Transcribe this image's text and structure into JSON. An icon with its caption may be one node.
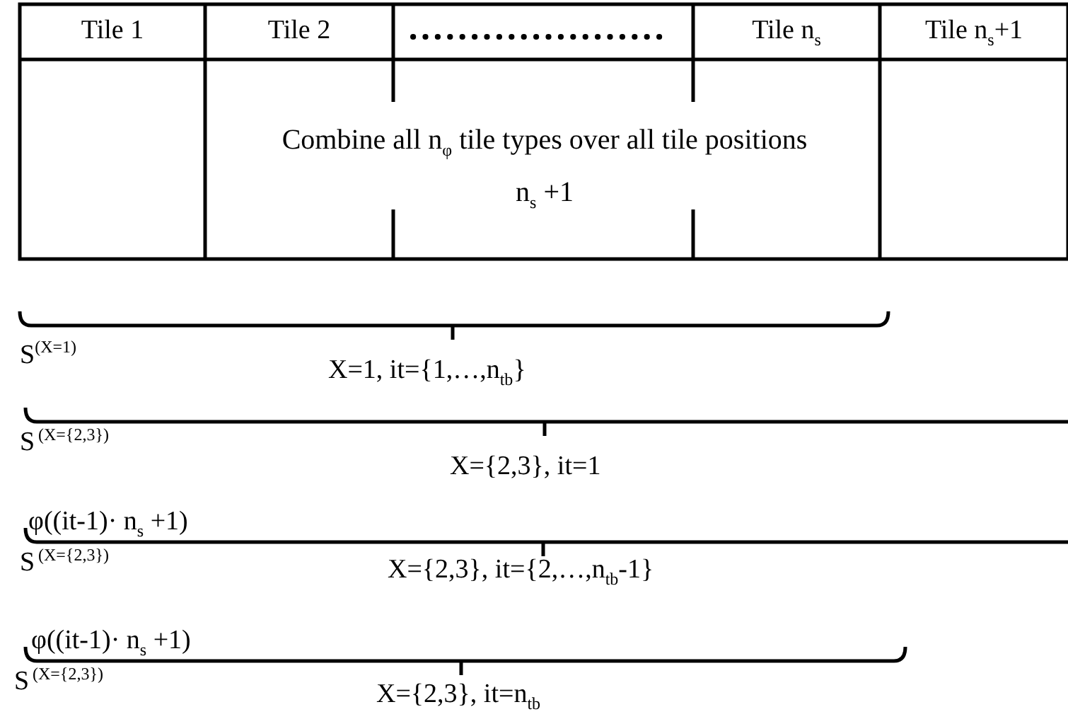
{
  "diagram": {
    "labels": [
      "Tile 1",
      "Tile 2",
      "Tile n$_{s}$",
      "Tile n$_{s}$+1",
      "Combine all n$_{φ}$  tile types over all tile positions n$_{s}$ +1",
      "S$^{(X=1)}$",
      "X=1, it={1,…,n$_{tb}$}",
      "S",
      "(X={2,3})",
      "X={2,3}, it=1",
      "φ((it-1)· n$_{s}$ +1)",
      "S",
      "(X={2,3})",
      "X={2,3}, it={2,…,n$_{tb}$-1}",
      "φ((it-1)· n$_{s}$ +1)",
      "S",
      "(X={2,3})",
      "X={2,3}, it=n$_{tb}$"
    ]
  }
}
